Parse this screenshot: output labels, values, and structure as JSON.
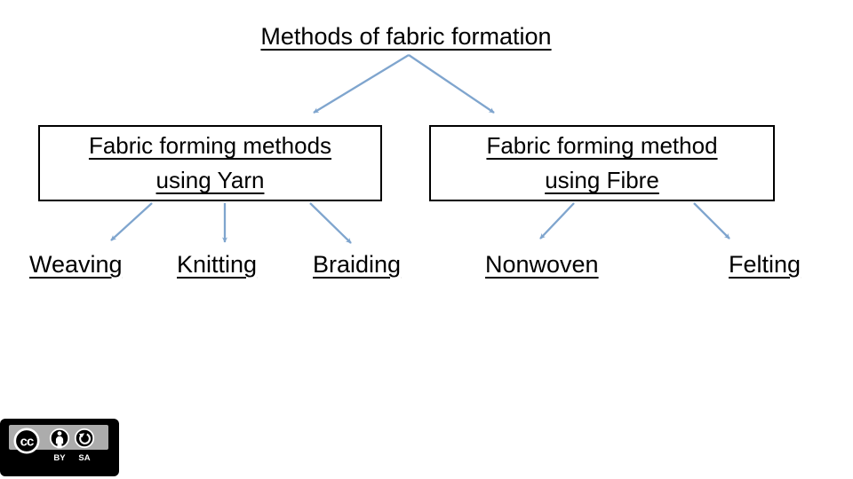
{
  "accent": {
    "arrow_color": "#7FA5CE",
    "box_border_color": "#000000",
    "text_color": "#000000",
    "badge_band_color": "#ACACAC"
  },
  "title": "Methods of fabric formation",
  "boxes": [
    {
      "id": "yarn",
      "line1": "Fabric forming methods",
      "line2": "using Yarn"
    },
    {
      "id": "fibre",
      "line1": "Fabric forming method",
      "line2": "using Fibre"
    }
  ],
  "leaves": [
    "Weaving",
    "Knitting",
    "Braiding",
    "Nonwoven",
    "Felting"
  ],
  "license_badge": {
    "cc_text": "cc",
    "by_label": "BY",
    "sa_label": "SA"
  }
}
